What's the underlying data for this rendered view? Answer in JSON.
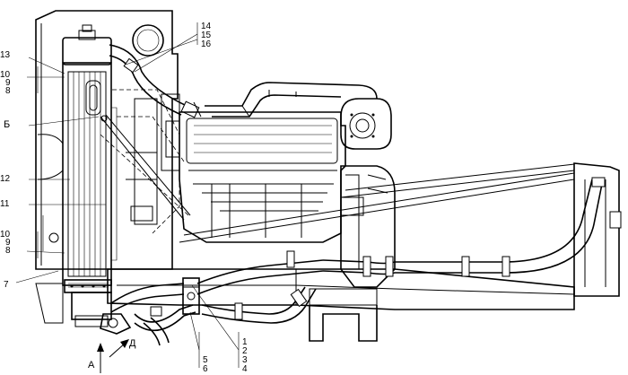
{
  "callouts": {
    "c13": "13",
    "c14": "14",
    "c15": "15",
    "c16": "16",
    "c10a": "10",
    "c9a": "9",
    "c8a": "8",
    "cB": "Б",
    "c12": "12",
    "c11": "11",
    "c10b": "10",
    "c9b": "9",
    "c8b": "8",
    "c7": "7",
    "cD": "Д",
    "cA": "А",
    "c5": "5",
    "c6": "6",
    "c1": "1",
    "c2": "2",
    "c3": "3",
    "c4": "4"
  }
}
